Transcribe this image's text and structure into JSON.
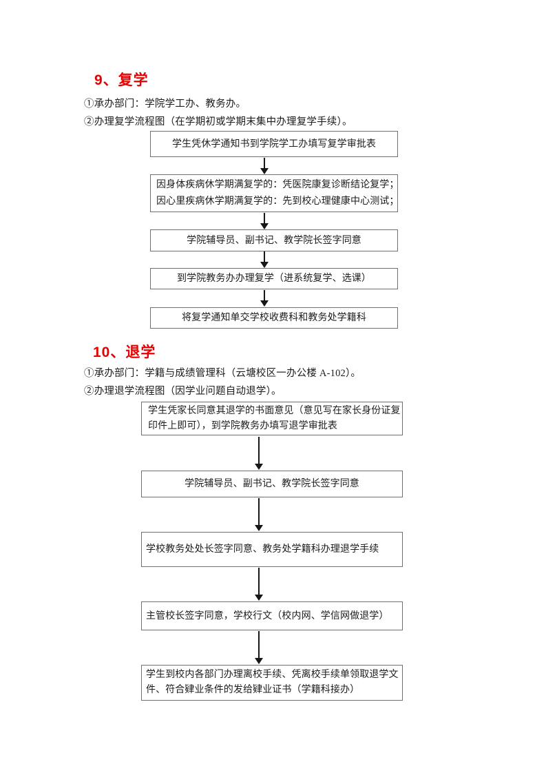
{
  "doc": {
    "colors": {
      "heading_red": "#e60000",
      "box_border_gray": "#6e6e6e",
      "text_black": "#1c1c1c"
    },
    "sections": [
      {
        "heading": "9、复学",
        "dept": "①承办部门：学院学工办、教务办。",
        "intro": "②办理复学流程图（在学期初或学期末集中办理复学手续）。",
        "boxes": [
          {
            "lines": [
              "学生凭休学通知书到学院学工办填写复学审批表"
            ]
          },
          {
            "lines": [
              "因身体疾病休学期满复学的：凭医院康复诊断结论复学；",
              "因心里疾病休学期满复学的：先到校心理健康中心测试；"
            ]
          },
          {
            "lines": [
              "学院辅导员、副书记、教学院长签字同意"
            ]
          },
          {
            "lines": [
              "到学院教务办办理复学（进系统复学、选课）"
            ]
          },
          {
            "lines": [
              "将复学通知单交学校收费科和教务处学籍科"
            ]
          }
        ]
      },
      {
        "heading": "10、退学",
        "dept": "①承办部门：学籍与成绩管理科（云塘校区一办公楼 A-102）。",
        "intro": "②办理退学流程图（因学业问题自动退学）。",
        "boxes": [
          {
            "lines": [
              "学生凭家长同意其退学的书面意见（意见写在家长身份证复",
              "印件上即可），到学院教务办填写退学审批表"
            ]
          },
          {
            "lines": [
              "学院辅导员、副书记、教学院长签字同意"
            ]
          },
          {
            "lines": [
              "学校教务处处长签字同意、教务处学籍科办理退学手续"
            ]
          },
          {
            "lines": [
              "主管校长签字同意，学校行文（校内网、学信网做退学）"
            ]
          },
          {
            "lines": [
              "学生到校内各部门办理离校手续、凭离校手续单领取退学文",
              "件、符合肄业条件的发给肄业证书（学籍科接办）"
            ]
          }
        ]
      }
    ]
  }
}
